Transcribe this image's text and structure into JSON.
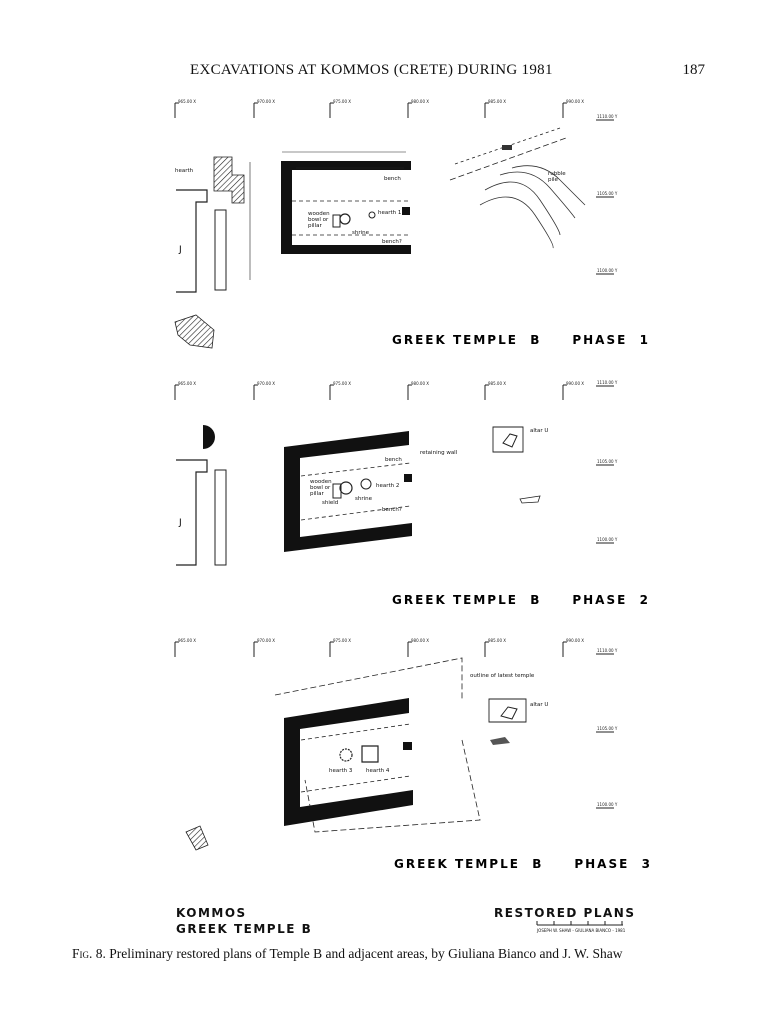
{
  "header": {
    "running_title": "EXCAVATIONS AT KOMMOS (CRETE) DURING 1981",
    "page_number": "187"
  },
  "plans": [
    {
      "title": "GREEK TEMPLE  B     PHASE  1",
      "grid_x_labels": [
        "965.00 X",
        "970.00 X",
        "975.00 X",
        "980.00 X",
        "985.00 X",
        "990.00 X"
      ],
      "grid_y_labels": [
        "1110.00 Y",
        "1105.00 Y",
        "1100.00 Y"
      ],
      "labels": [
        "hearth",
        "wooden bowl or pillar",
        "shrine",
        "hearth 1",
        "bench",
        "bench?",
        "rubble pile",
        "J"
      ]
    },
    {
      "title": "GREEK TEMPLE  B     PHASE  2",
      "grid_x_labels": [
        "965.00 X",
        "970.00 X",
        "975.00 X",
        "980.00 X",
        "985.00 X",
        "990.00 X"
      ],
      "grid_y_labels": [
        "1110.00 Y",
        "1105.00 Y",
        "1100.00 Y"
      ],
      "labels": [
        "retaining wall",
        "bench",
        "wooden bowl or pillar",
        "hearth 2",
        "shield",
        "shrine",
        "bench?",
        "altar U",
        "J"
      ]
    },
    {
      "title": "GREEK TEMPLE  B     PHASE  3",
      "grid_x_labels": [
        "965.00 X",
        "970.00 X",
        "975.00 X",
        "980.00 X",
        "985.00 X",
        "990.00 X"
      ],
      "grid_y_labels": [
        "1110.00 Y",
        "1105.00 Y",
        "1100.00 Y"
      ],
      "labels": [
        "outline of latest temple",
        "altar U",
        "hearth 3",
        "hearth 4"
      ]
    }
  ],
  "footer_block": {
    "site_line1": "KOMMOS",
    "site_line2": "GREEK  TEMPLE  B",
    "restored": "RESTORED  PLANS",
    "credit": "JOSEPH W. SHAW - GIULIANA BIANCO - 1981"
  },
  "caption": {
    "fig_no": "Fig. 8.",
    "text": " Preliminary restored plans of Temple B and adjacent areas, by Giuliana Bianco and J. W. Shaw"
  }
}
